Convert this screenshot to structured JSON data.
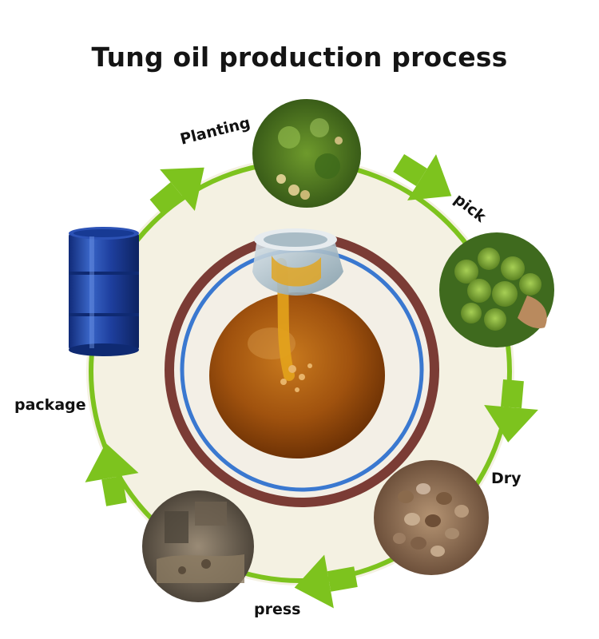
{
  "title": "Tung oil production process",
  "steps": [
    {
      "id": "planting",
      "label": "Planting"
    },
    {
      "id": "pick",
      "label": "pick"
    },
    {
      "id": "dry",
      "label": "Dry"
    },
    {
      "id": "press",
      "label": "press"
    },
    {
      "id": "package",
      "label": "package"
    }
  ],
  "colors": {
    "arrow_green": "#7dc31e",
    "ring_background": "#f4f1e2",
    "oil": "#a8560c",
    "bowl_rim": "#3a78d0",
    "drum": "#1e3f9e"
  }
}
